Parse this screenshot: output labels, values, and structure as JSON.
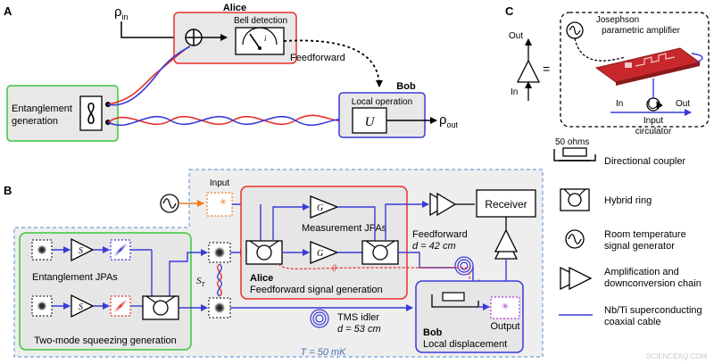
{
  "panel_a": {
    "label": "A",
    "rho_in": {
      "sym": "ρ",
      "sub": "in"
    },
    "rho_out": {
      "sym": "ρ",
      "sub": "out"
    },
    "alice_title": "Alice",
    "bell_detection": "Bell detection",
    "meter_symbol": "i",
    "feedforward": "Feedforward",
    "bob_title": "Bob",
    "local_operation": "Local   operation",
    "unitary": "U",
    "entanglement_line1": "Entanglement",
    "entanglement_line2": "generation"
  },
  "panel_b": {
    "label": "B",
    "input": "Input",
    "s_amp": "S",
    "entanglement_jpas": "Entanglement JPAs",
    "two_mode_squeezing": "Two-mode squeezing generation",
    "squeezing_sym": "S",
    "squeezing_sub": "T",
    "g_amp": "G",
    "measurement_jpas": "Measurement JPAs",
    "alice_title": "Alice",
    "feedforward_generation": "Feedforward signal generation",
    "theta": "θ",
    "beta": "β",
    "receiver": "Receiver",
    "feedforward_line1": "Feedforward",
    "feedforward_line2": "d = 42 cm",
    "tms_idler_line1": "TMS idler",
    "tms_idler_line2": "d = 53 cm",
    "output": "Output",
    "bob_title": "Bob",
    "local_displacement": "Local displacement",
    "temperature": "T = 50 mK"
  },
  "panel_c": {
    "label": "C",
    "out": "Out",
    "in": "In",
    "equals": "=",
    "jpa_line1": "Josephson",
    "jpa_line2": "parametric amplifier",
    "chip_in": "In",
    "chip_out": "Out",
    "circulator_line1": "Input",
    "circulator_line2": "circulator"
  },
  "legend": {
    "fifty_ohms": "50 ohms",
    "directional_coupler": "Directional coupler",
    "hybrid_ring": "Hybrid ring",
    "generator_line1": "Room temperature",
    "generator_line2": "signal generator",
    "amplification_line1": "Amplification and",
    "amplification_line2": "downconversion chain",
    "cable_line1": "Nb/Ti superconducting",
    "cable_line2": "coaxial cable"
  },
  "watermark": "SCIENCEAQ.COM",
  "colors": {
    "red": "#e8302a",
    "blue": "#3a3ad8",
    "green": "#3cc63c",
    "orange": "#f07a1e",
    "purple": "#b535d8",
    "chip": "#c8282c"
  }
}
